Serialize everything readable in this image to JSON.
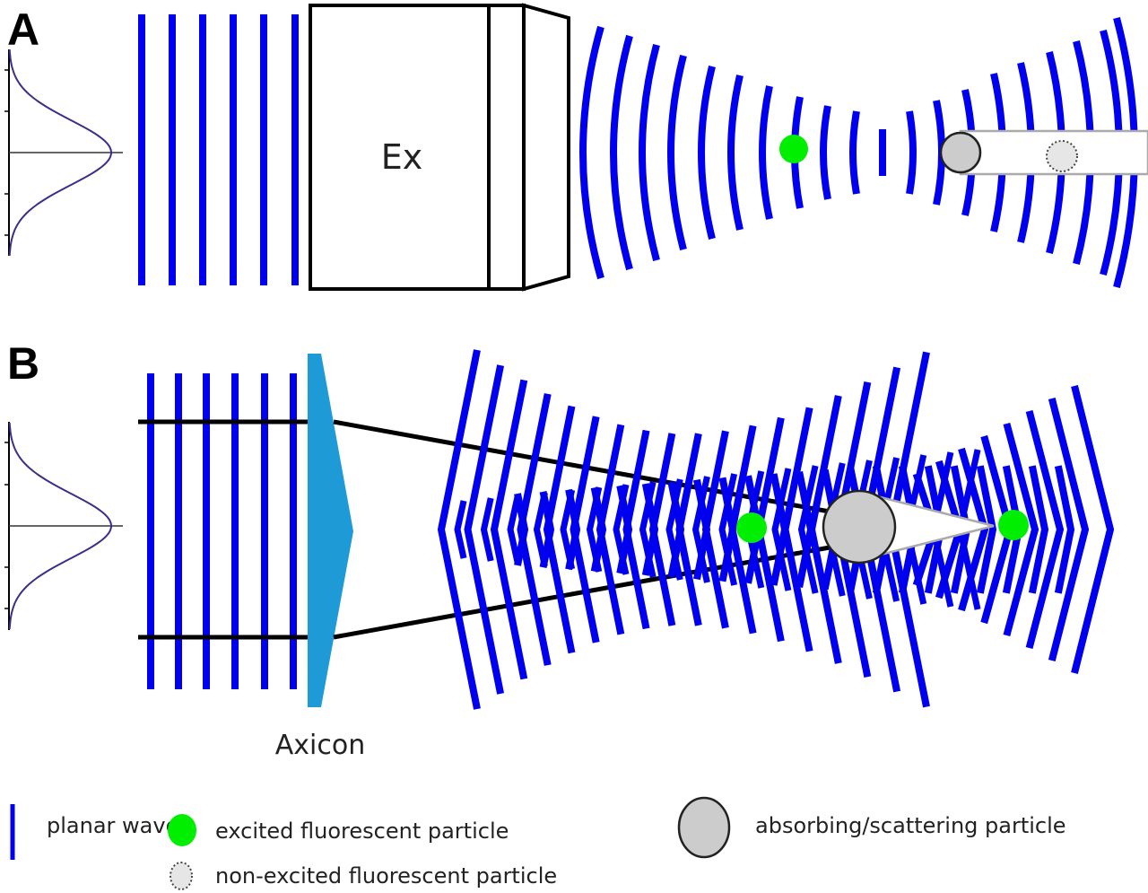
{
  "panels": {
    "a": {
      "label": "A",
      "objective_label": "Ex",
      "description": "Gaussian beam focused by objective; absorbing particle casts shadow hiding downstream fluorescent particle"
    },
    "b": {
      "label": "B",
      "axicon_label": "Axicon",
      "description": "Bessel beam from axicon; beam self-reconstructs behind absorbing particle and excites downstream fluorescent particle"
    }
  },
  "legend": {
    "planar_wave": "planar wave",
    "excited_particle": "excited fluorescent particle",
    "non_excited_particle": "non-excited fluorescent particle",
    "absorbing_particle": "absorbing/scattering particle"
  },
  "colors": {
    "wave": "#0000ee",
    "excited": "#00ee00",
    "absorbing_fill": "#cccccc",
    "non_excited_fill": "#e6e6e6",
    "axicon": "#1e9bd7",
    "shadow": "#aaaaaa",
    "profile_curve": "#3a2f8a"
  }
}
